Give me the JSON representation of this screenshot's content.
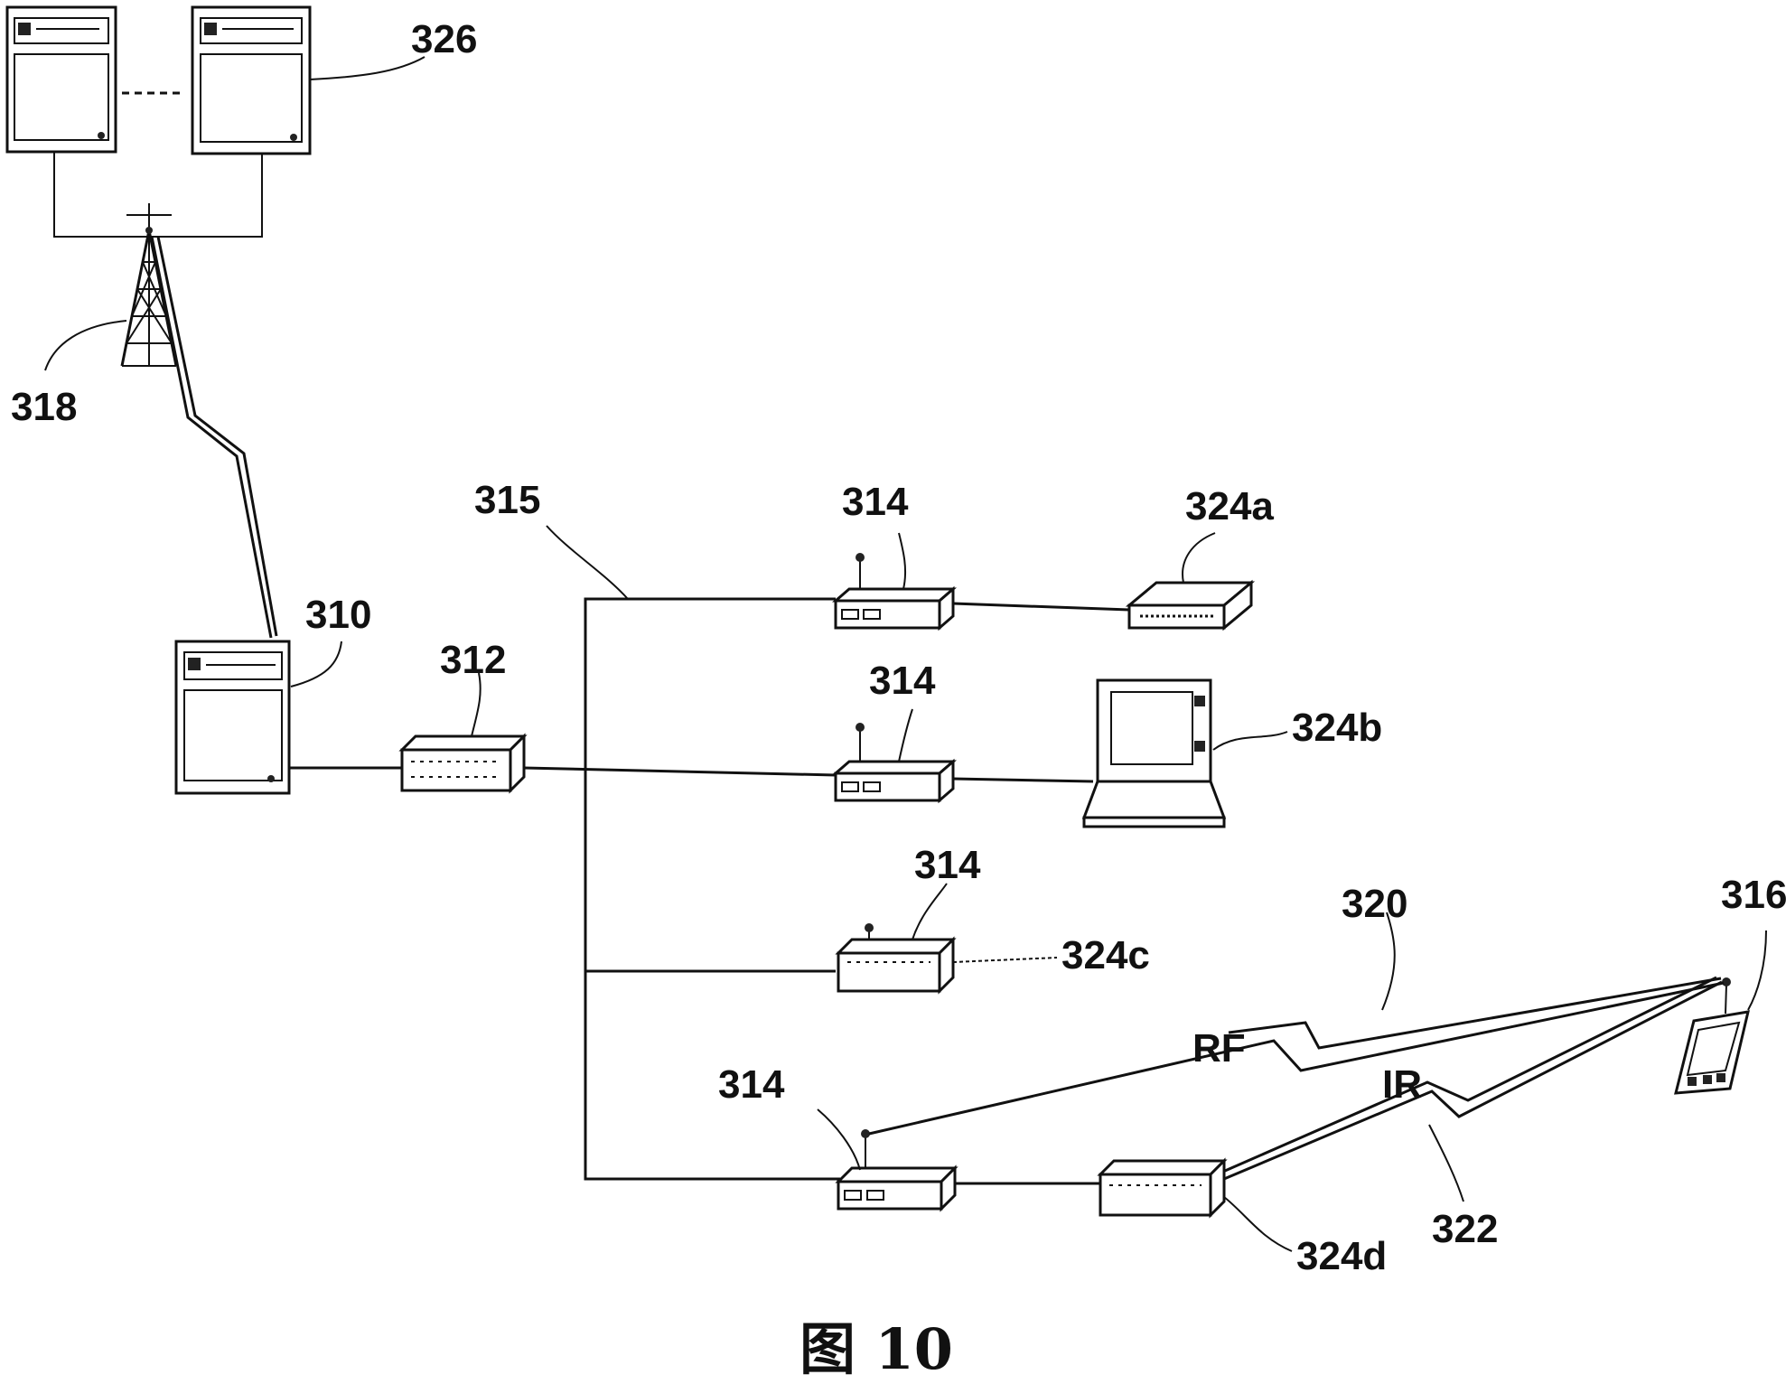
{
  "caption": "图 10",
  "labels": {
    "servers": "326",
    "tower": "318",
    "main_server": "310",
    "hub": "312",
    "bus": "315",
    "node_a": "314",
    "node_b": "314",
    "node_c": "314",
    "node_d": "314",
    "device_a": "324a",
    "device_b": "324b",
    "device_c": "324c",
    "device_d": "324d",
    "handheld": "316",
    "rf_link": "320",
    "ir_link": "322"
  },
  "link_text": {
    "rf": "RF",
    "ir": "IR"
  }
}
